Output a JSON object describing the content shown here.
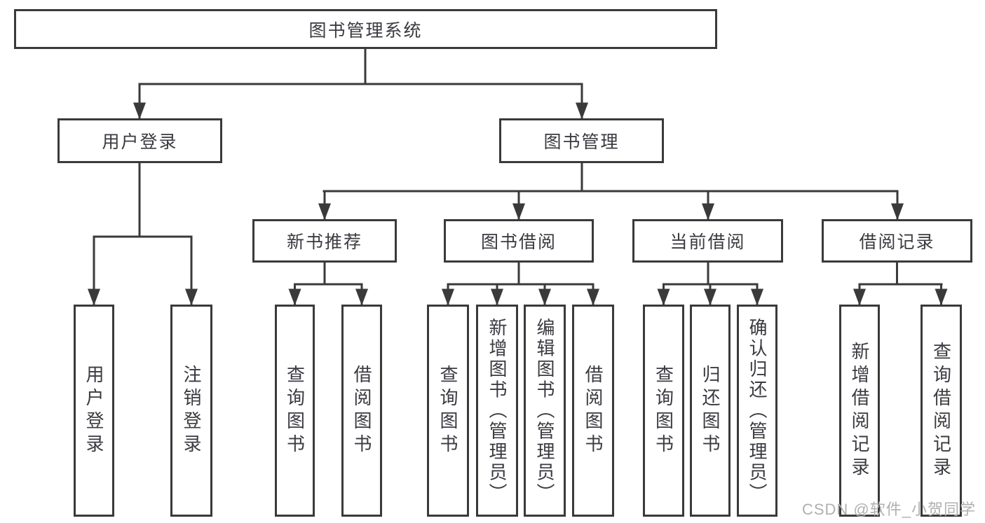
{
  "tree": {
    "root": {
      "label": "图书管理系统",
      "children": [
        {
          "label": "用户登录",
          "children": [
            {
              "label": "用户登录"
            },
            {
              "label": "注销登录"
            }
          ]
        },
        {
          "label": "图书管理",
          "children": [
            {
              "label": "新书推荐",
              "children": [
                {
                  "label": "查询图书"
                },
                {
                  "label": "借阅图书"
                }
              ]
            },
            {
              "label": "图书借阅",
              "children": [
                {
                  "label": "查询图书"
                },
                {
                  "label": "新增图书（管理员）"
                },
                {
                  "label": "编辑图书（管理员）"
                },
                {
                  "label": "借阅图书"
                }
              ]
            },
            {
              "label": "当前借阅",
              "children": [
                {
                  "label": "查询图书"
                },
                {
                  "label": "归还图书"
                },
                {
                  "label": "确认归还（管理员）"
                }
              ]
            },
            {
              "label": "借阅记录",
              "children": [
                {
                  "label": "新增借阅记录"
                },
                {
                  "label": "查询借阅记录"
                }
              ]
            }
          ]
        }
      ]
    }
  },
  "watermark": {
    "text": "CSDN @软件_小贺同学"
  },
  "colors": {
    "line": "#3a3a3a",
    "text": "#3a3a40",
    "watermark": "#b0b0b0",
    "background": "#ffffff"
  }
}
